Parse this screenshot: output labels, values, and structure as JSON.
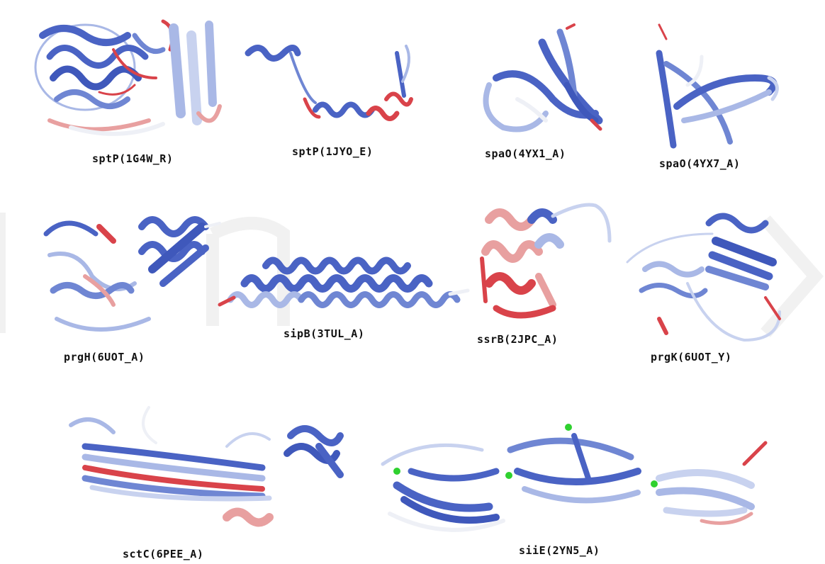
{
  "figure": {
    "colors": {
      "blue": "#4a63c4",
      "light_blue": "#a9b8e6",
      "white": "#eef0f6",
      "pink": "#e8a0a0",
      "red": "#d9434a",
      "ion": "#2fd12f"
    },
    "structures": [
      {
        "label": "sptP(1G4W_R)"
      },
      {
        "label": "sptP(1JYO_E)"
      },
      {
        "label": "spaO(4YX1_A)"
      },
      {
        "label": "spaO(4YX7_A)"
      },
      {
        "label": "prgH(6UOT_A)"
      },
      {
        "label": "sipB(3TUL_A)"
      },
      {
        "label": "ssrB(2JPC_A)"
      },
      {
        "label": "prgK(6UOT_Y)"
      },
      {
        "label": "sctC(6PEE_A)"
      },
      {
        "label": "siiE(2YN5_A)"
      }
    ]
  }
}
